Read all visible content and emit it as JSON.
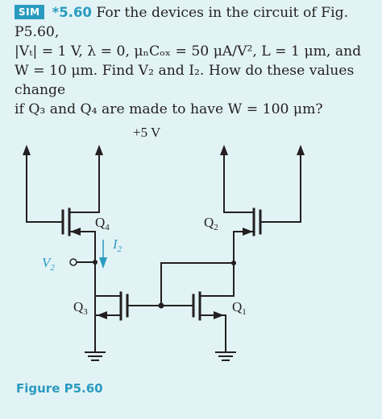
{
  "problem": {
    "badge": "SIM",
    "number": "*5.60",
    "line1": "For the devices in the circuit of Fig. P5.60,",
    "line2": "|Vₜ| = 1 V, λ = 0, μₙCₒₓ = 50 μA/V², L = 1 μm, and",
    "line3": "W = 10 μm. Find V₂ and I₂. How do these values change",
    "line4": "if Q₃ and Q₄ are made to have W = 100 μm?"
  },
  "circuit": {
    "supply_label": "+5 V",
    "transistors": [
      {
        "name": "Q",
        "sub": "4"
      },
      {
        "name": "Q",
        "sub": "2"
      },
      {
        "name": "Q",
        "sub": "3"
      },
      {
        "name": "Q",
        "sub": "1"
      }
    ],
    "current_label": {
      "name": "I",
      "sub": "2"
    },
    "node_label": {
      "name": "V",
      "sub": "2"
    }
  },
  "figure_caption": "Figure P5.60",
  "colors": {
    "background": "#e2f3f5",
    "accent": "#2a9bc0",
    "ink": "#231f20"
  }
}
